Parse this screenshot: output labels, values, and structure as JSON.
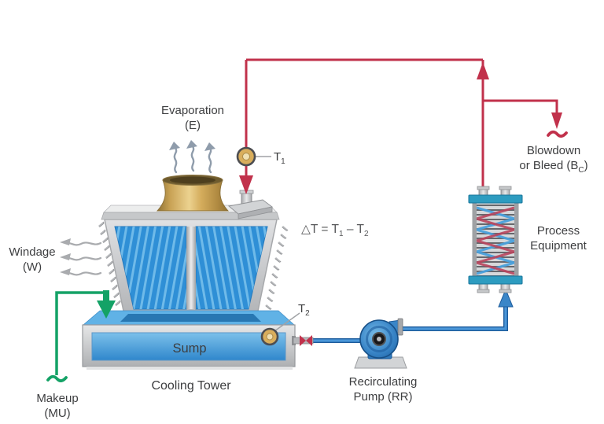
{
  "labels": {
    "evaporation": {
      "line1": "Evaporation",
      "line2": "(E)"
    },
    "windage": {
      "line1": "Windage",
      "line2": "(W)"
    },
    "makeup": {
      "line1": "Makeup",
      "line2": "(MU)"
    },
    "sump": "Sump",
    "cooling_tower": "Cooling Tower",
    "t1": {
      "base": "T",
      "sub": "1"
    },
    "t2": {
      "base": "T",
      "sub": "2"
    },
    "formula": {
      "pre": "△T = T",
      "sub1": "1",
      "mid": " – T",
      "sub2": "2"
    },
    "recirculating_pump": {
      "line1": "Recirculating",
      "line2": "Pump (RR)"
    },
    "blowdown": {
      "line1": "Blowdown",
      "line2_pre": "or Bleed (B",
      "line2_sub": "C",
      "line2_post": ")"
    },
    "process_equipment": {
      "line1": "Process",
      "line2": "Equipment"
    }
  },
  "colors": {
    "hot_water_line": "#c1314b",
    "cold_water_line": "#3a86c8",
    "makeup_line": "#14a266",
    "label_text": "#3d3e40",
    "formula_text": "#57585a",
    "tower_fill_blue": "#2f8fd6",
    "fan_shroud_gold": "#c9a456",
    "sensor_gold": "#d9ae5c",
    "exchanger_cap_teal": "#2d9cc0"
  }
}
